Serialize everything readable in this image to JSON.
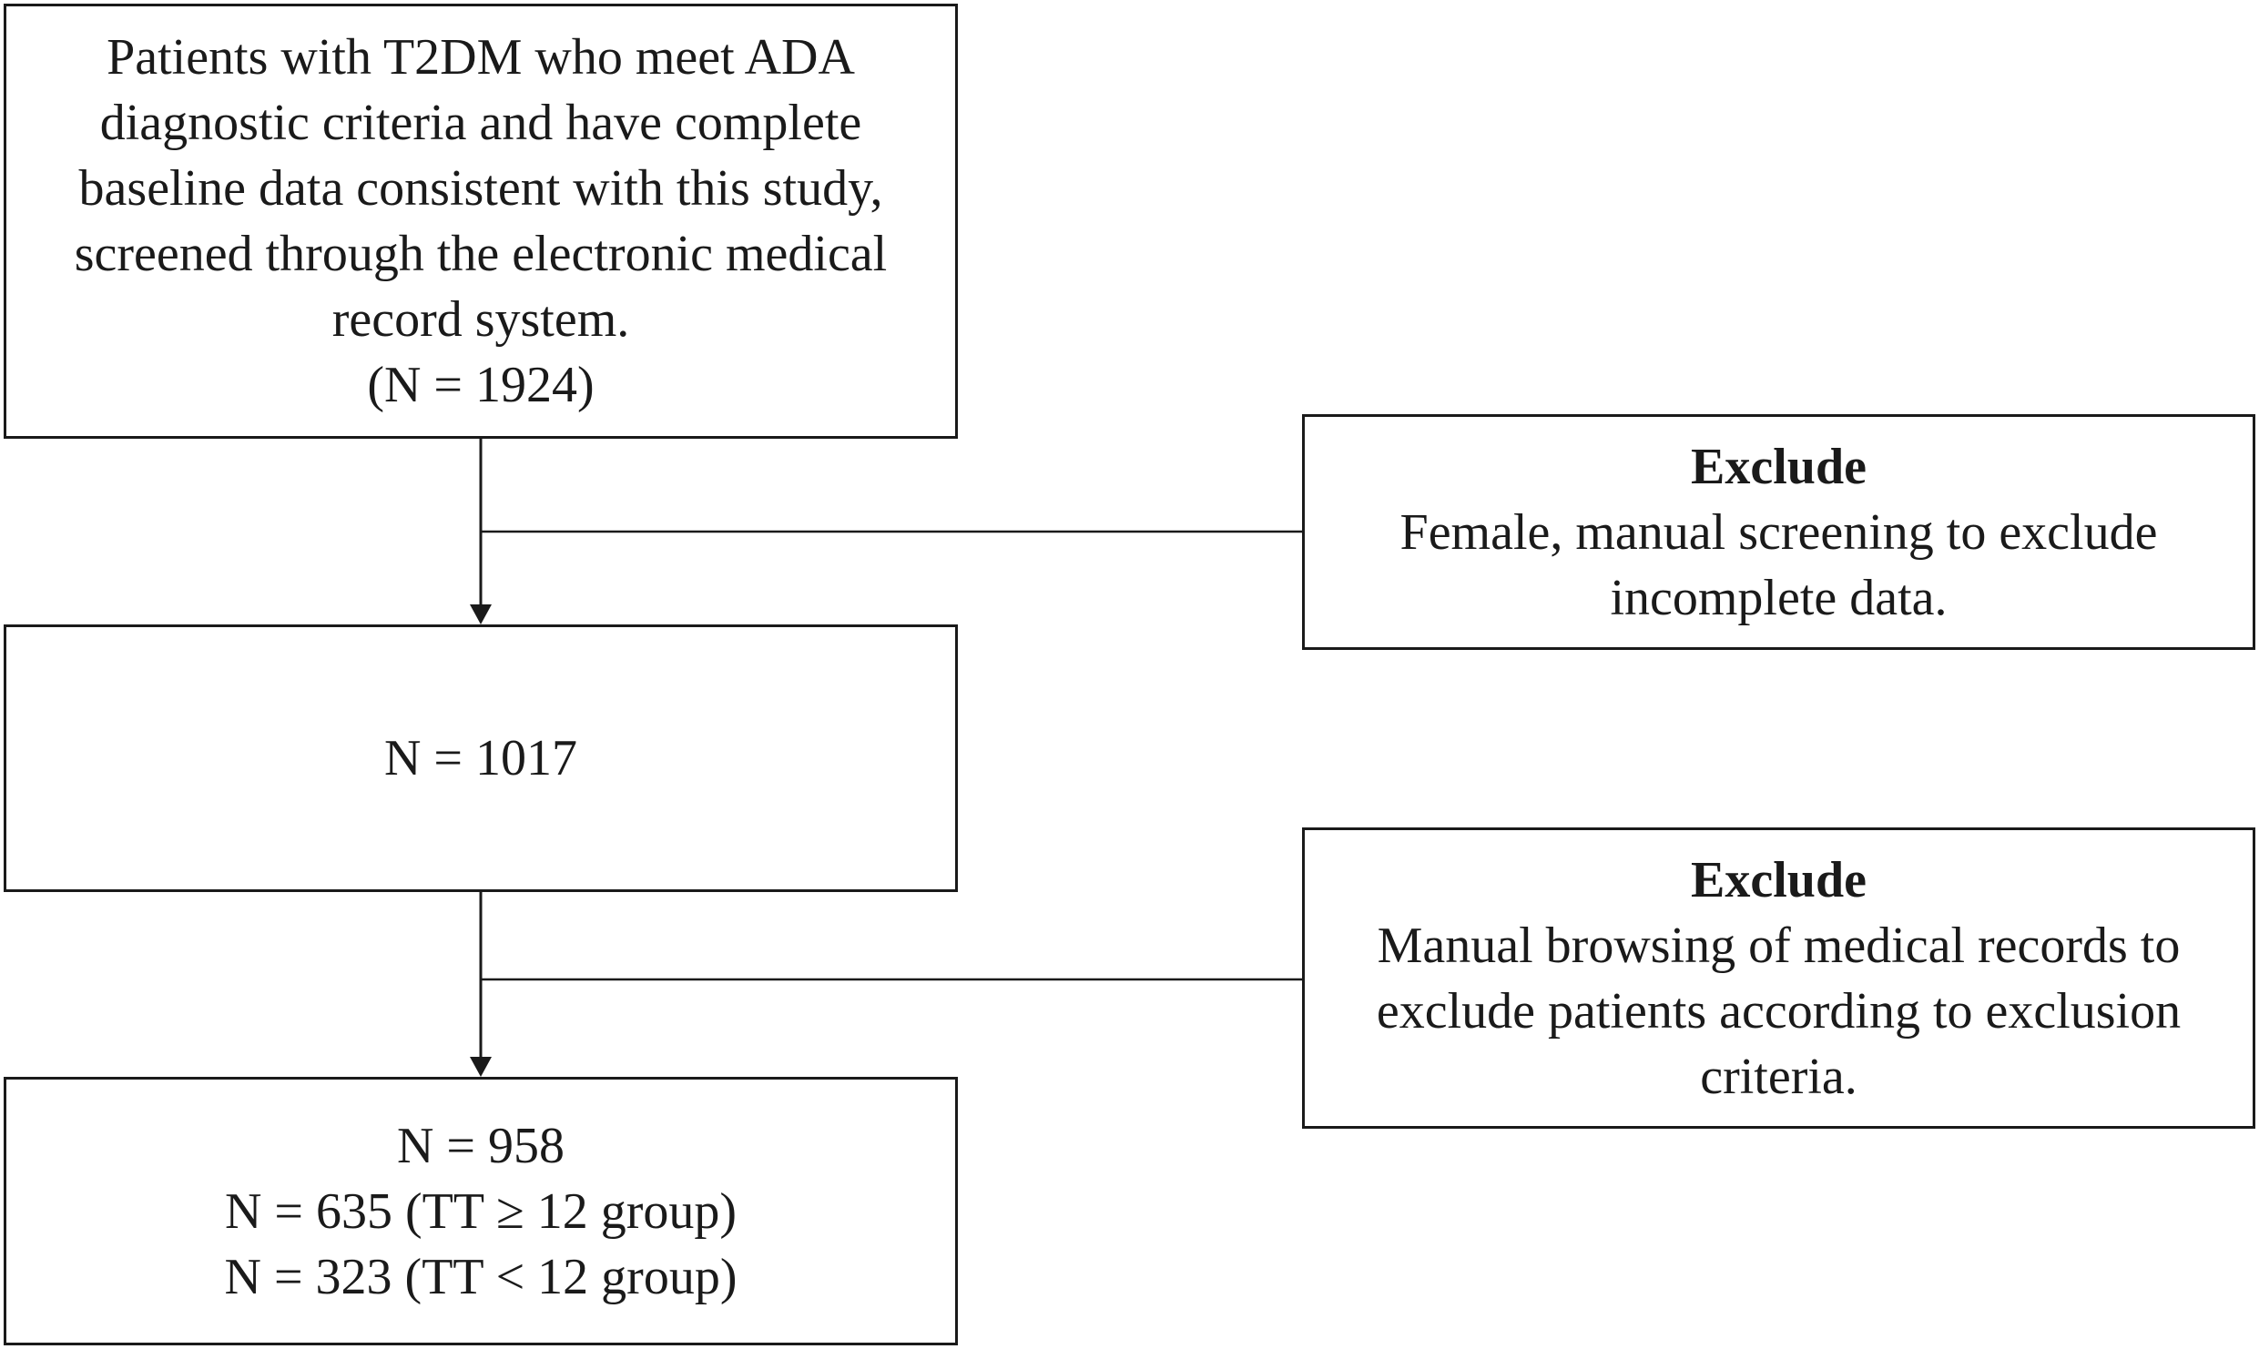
{
  "flow": {
    "start_box": {
      "lines": [
        "Patients with T2DM who meet ADA",
        "diagnostic criteria and have complete",
        "baseline data consistent with this study,",
        "screened through the electronic medical",
        "record system.",
        "(N = 1924)"
      ]
    },
    "exclude_1": {
      "heading": "Exclude",
      "lines": [
        "Female, manual screening to exclude",
        "incomplete data."
      ]
    },
    "middle_box": {
      "text": "N = 1017"
    },
    "exclude_2": {
      "heading": "Exclude",
      "lines": [
        "Manual browsing of medical records to",
        "exclude patients according to exclusion",
        "criteria."
      ]
    },
    "final_box": {
      "lines": [
        "N = 958",
        "N = 635 (TT ≥ 12 group)",
        "N = 323 (TT < 12 group)"
      ]
    }
  },
  "colors": {
    "stroke": "#1a1a1a",
    "background": "#ffffff"
  }
}
